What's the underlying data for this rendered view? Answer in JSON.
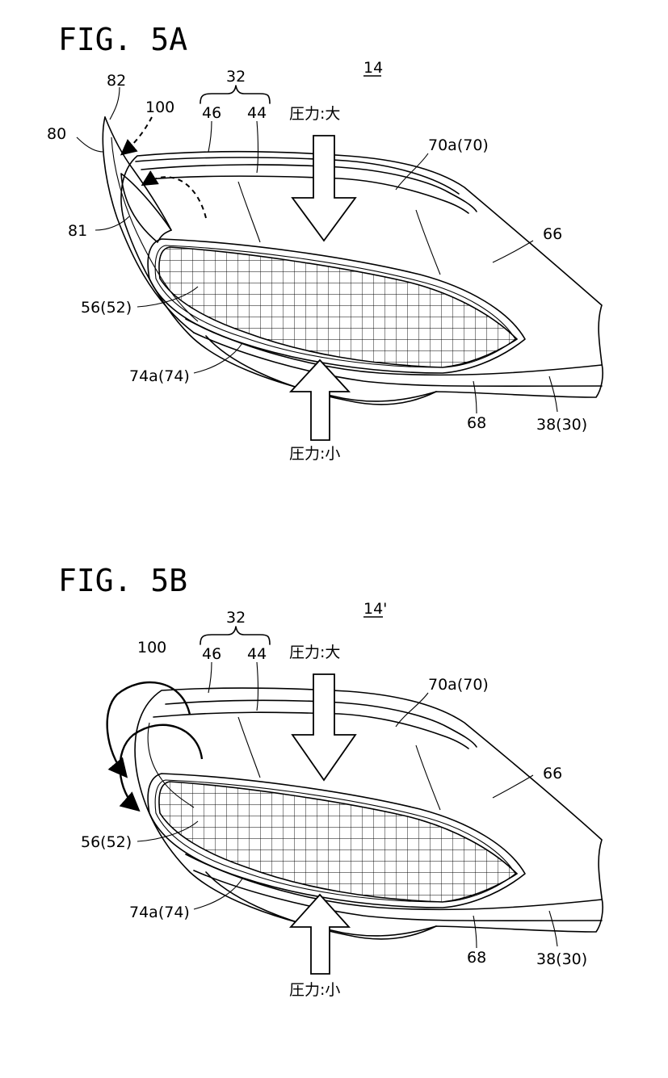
{
  "figures": [
    {
      "title": "FIG. 5A",
      "ref": "14",
      "pressure_high": "圧力:大",
      "pressure_low": "圧力:小",
      "labels": {
        "n82": "82",
        "n80": "80",
        "n81": "81",
        "n100": "100",
        "n32": "32",
        "n46": "46",
        "n44": "44",
        "n70": "70a(70)",
        "n66": "66",
        "n56": "56(52)",
        "n74": "74a(74)",
        "n68": "68",
        "n38": "38(30)"
      }
    },
    {
      "title": "FIG. 5B",
      "ref": "14'",
      "pressure_high": "圧力:大",
      "pressure_low": "圧力:小",
      "labels": {
        "n100": "100",
        "n32": "32",
        "n46": "46",
        "n44": "44",
        "n70": "70a(70)",
        "n66": "66",
        "n56": "56(52)",
        "n74": "74a(74)",
        "n68": "68",
        "n38": "38(30)"
      }
    }
  ]
}
